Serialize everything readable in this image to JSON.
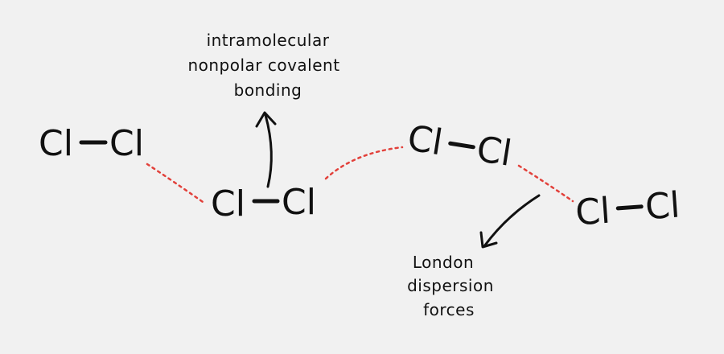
{
  "molecules": [
    {
      "atom1": "Cl",
      "atom2": "Cl"
    },
    {
      "atom1": "Cl",
      "atom2": "Cl"
    },
    {
      "atom1": "Cl",
      "atom2": "Cl"
    },
    {
      "atom1": "Cl",
      "atom2": "Cl"
    }
  ],
  "labels": {
    "intramolecular": [
      "intramolecular",
      "nonpolar covalent",
      "bonding"
    ],
    "london": [
      "London",
      "dispersion",
      "forces"
    ]
  },
  "colors": {
    "background": "#f1f1f1",
    "ink": "#111111",
    "dispersion_dots": "#e2413b"
  }
}
